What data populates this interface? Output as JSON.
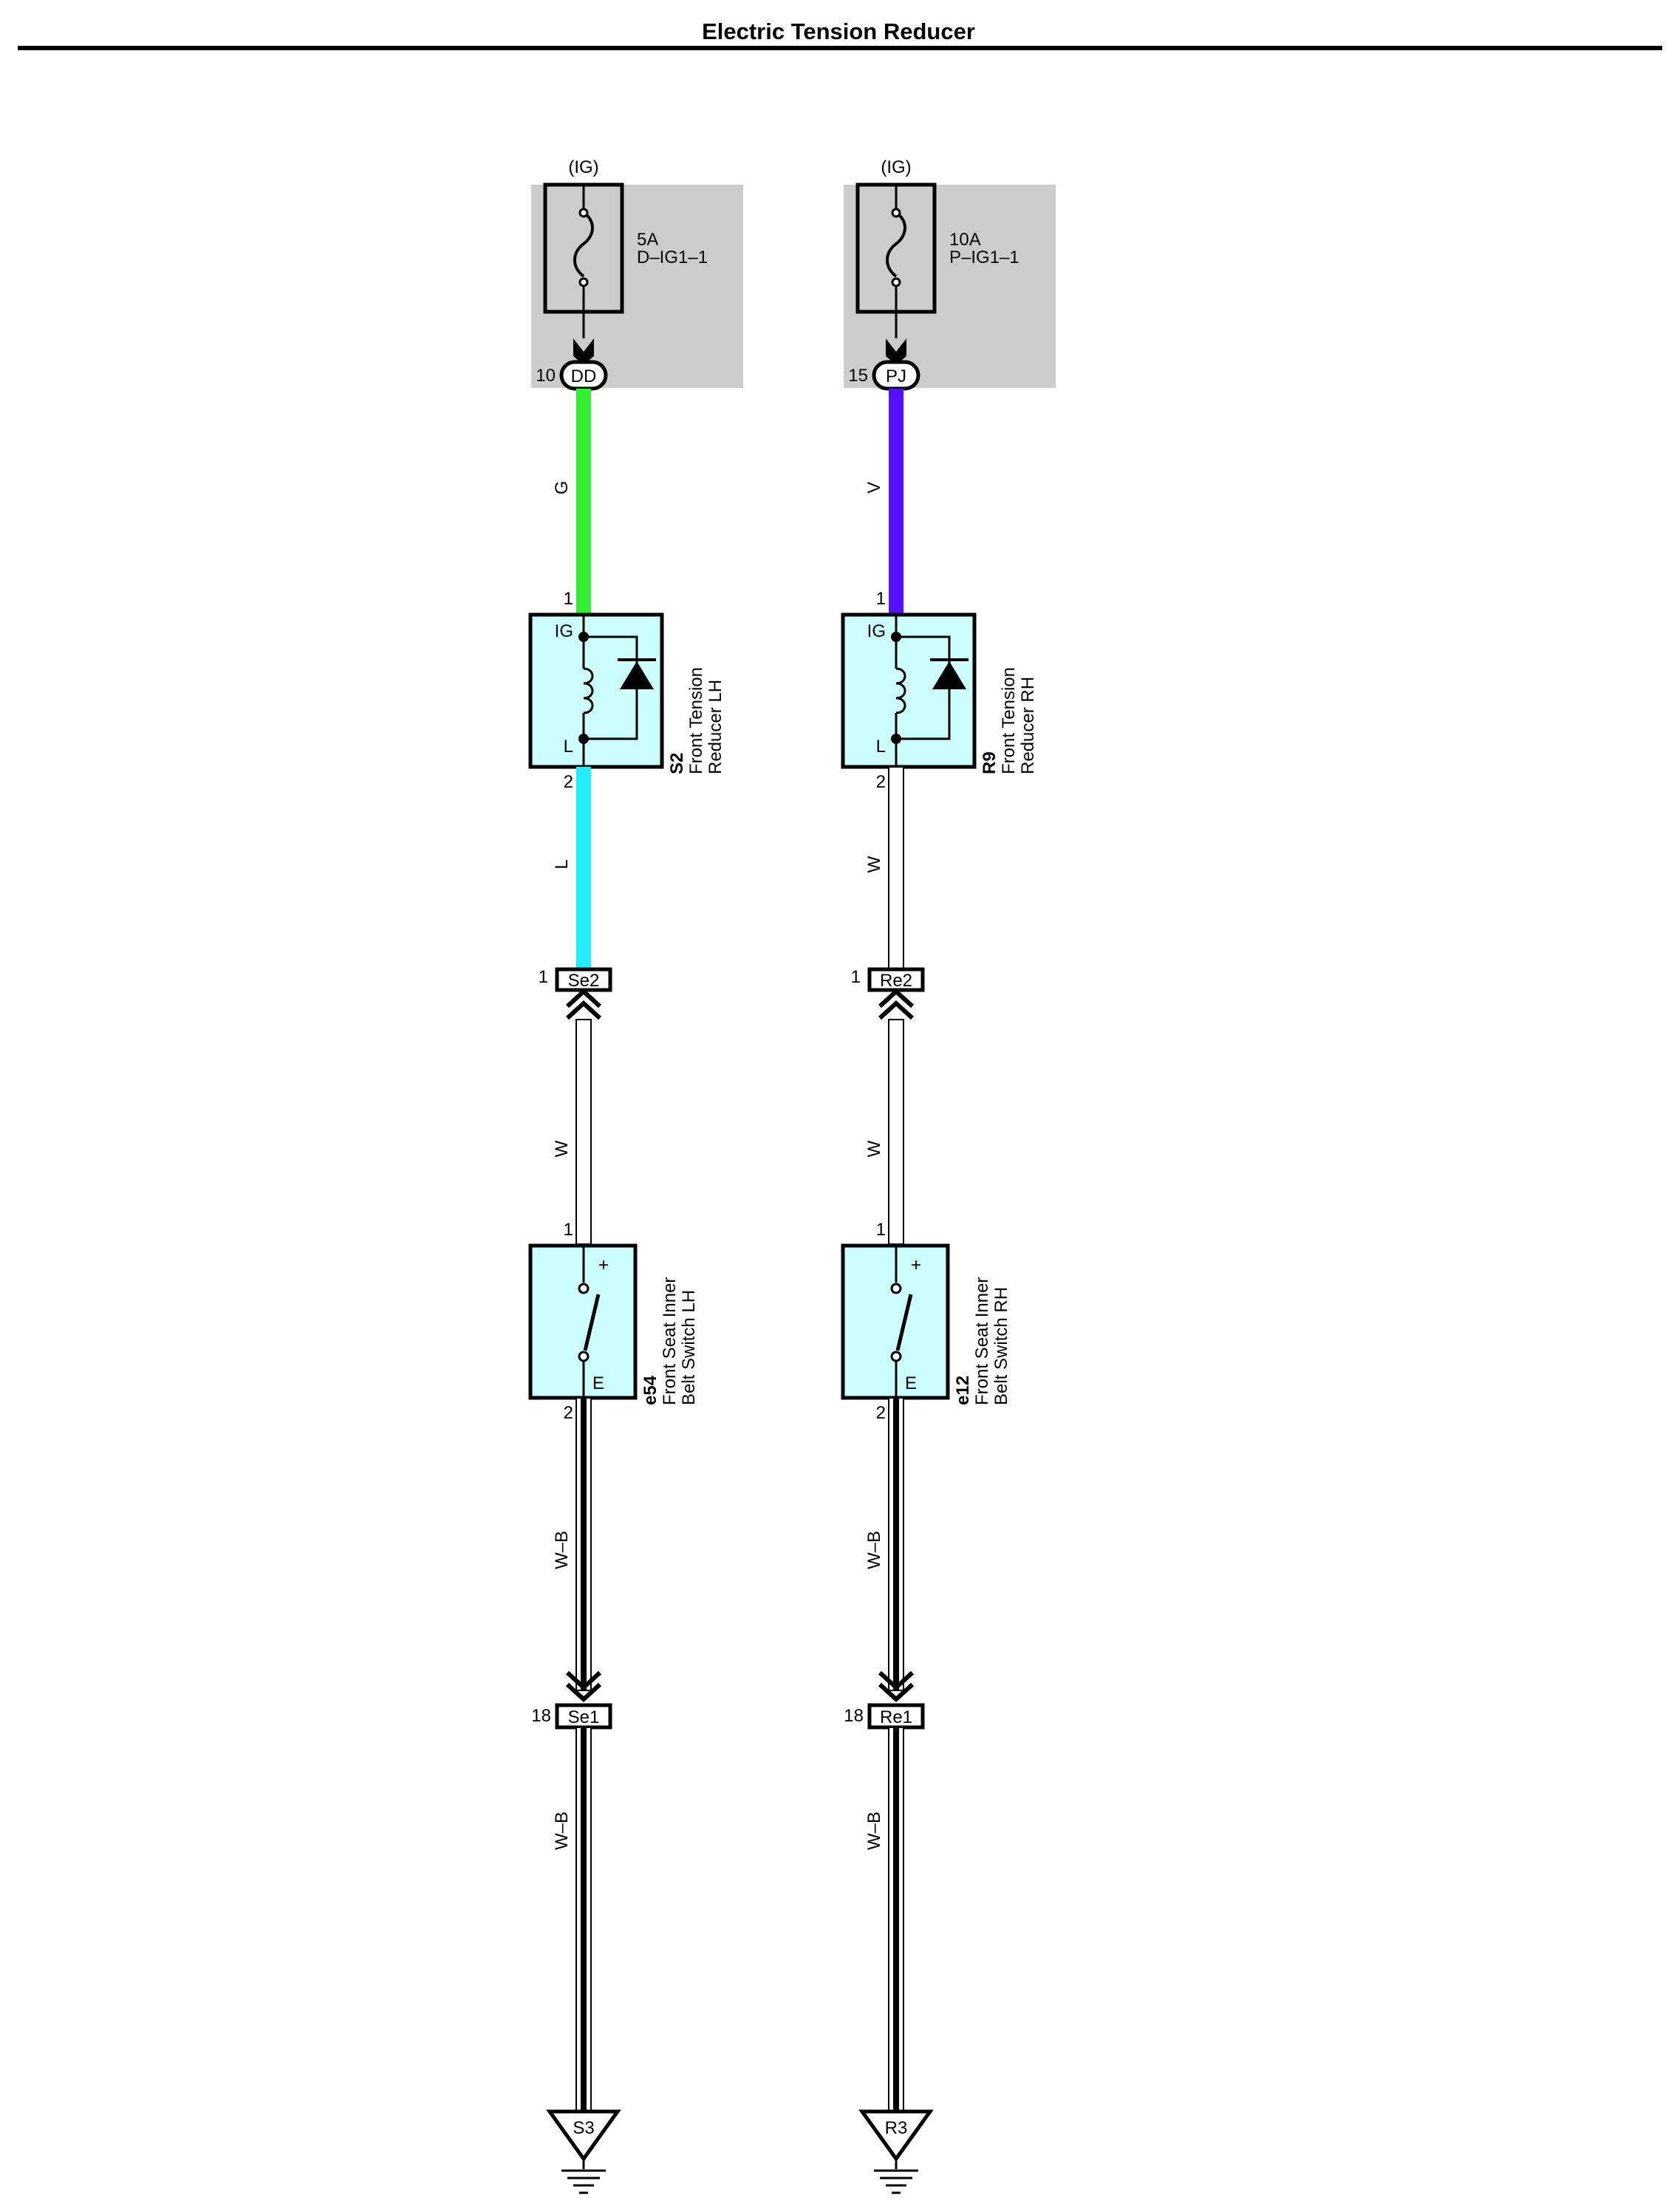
{
  "title": "Electric Tension Reducer",
  "colors": {
    "fuse_box": "#cccccc",
    "component_fill": "#ccffff",
    "wire_G": "#33ee33",
    "wire_V": "#5511ff",
    "wire_L": "#22eeff",
    "wire_W": "#ffffff",
    "wire_WB": "#000000"
  },
  "left": {
    "supply": "(IG)",
    "fuse_rating": "5A",
    "fuse_name": "D–IG1–1",
    "j1_pin": "10",
    "j1_name": "DD",
    "w1": "G",
    "r_pin_top": "1",
    "r_term_top": "IG",
    "r_term_bot": "L",
    "r_pin_bot": "2",
    "r_code": "S2",
    "r_name_1": "Front Tension",
    "r_name_2": "Reducer LH",
    "w2": "L",
    "c1_pin": "1",
    "c1_name": "Se2",
    "w3": "W",
    "s_pin_top": "1",
    "s_term_top": "+",
    "s_term_bot": "E",
    "s_pin_bot": "2",
    "s_code": "e54",
    "s_name_1": "Front Seat Inner",
    "s_name_2": "Belt Switch LH",
    "w4": "W–B",
    "c2_pin": "18",
    "c2_name": "Se1",
    "w5": "W–B",
    "ground": "S3"
  },
  "right": {
    "supply": "(IG)",
    "fuse_rating": "10A",
    "fuse_name": "P–IG1–1",
    "j1_pin": "15",
    "j1_name": "PJ",
    "w1": "V",
    "r_pin_top": "1",
    "r_term_top": "IG",
    "r_term_bot": "L",
    "r_pin_bot": "2",
    "r_code": "R9",
    "r_name_1": "Front Tension",
    "r_name_2": "Reducer RH",
    "w2": "W",
    "c1_pin": "1",
    "c1_name": "Re2",
    "w3": "W",
    "s_pin_top": "1",
    "s_term_top": "+",
    "s_term_bot": "E",
    "s_pin_bot": "2",
    "s_code": "e12",
    "s_name_1": "Front Seat Inner",
    "s_name_2": "Belt Switch RH",
    "w4": "W–B",
    "c2_pin": "18",
    "c2_name": "Re1",
    "w5": "W–B",
    "ground": "R3"
  }
}
